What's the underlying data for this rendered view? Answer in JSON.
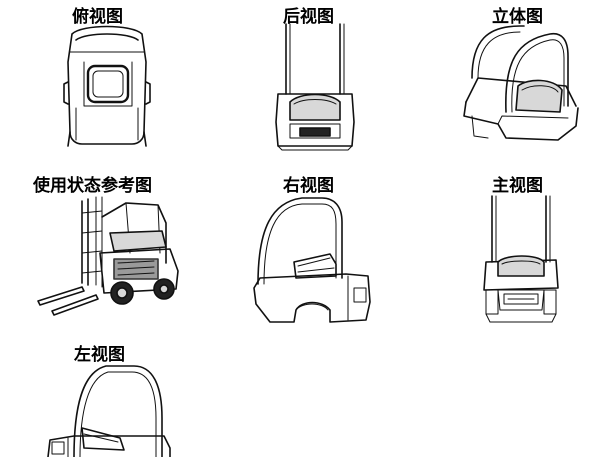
{
  "views": {
    "top": {
      "title": "俯视图"
    },
    "rear": {
      "title": "后视图"
    },
    "iso": {
      "title": "立体图"
    },
    "reference": {
      "title": "使用状态参考图"
    },
    "right": {
      "title": "右视图"
    },
    "front": {
      "title": "主视图"
    },
    "left": {
      "title": "左视图"
    }
  }
}
